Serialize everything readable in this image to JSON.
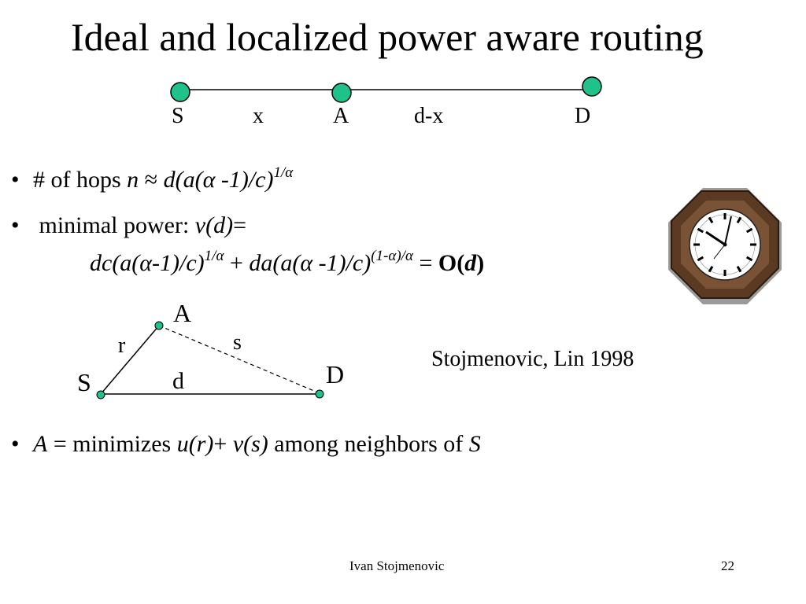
{
  "slide": {
    "title": "Ideal and localized power aware routing",
    "line_diagram": {
      "labels": [
        "S",
        "x",
        "A",
        "d-x",
        "D"
      ]
    },
    "bullets": [
      {
        "lead": "# of hops",
        "formula_italic": "n",
        "approx": "≈",
        "rest_italic": "d(a(α -1)/c)",
        "sup": "1/α"
      },
      {
        "lead": "minimal power:",
        "expr_italic": "v(d)",
        "eq": "="
      },
      {
        "t1": "dc(a(α-1)/c)",
        "s1": "1/α",
        "plus": "+",
        "t2": "da(a(α -1)/c)",
        "s2": "(1-α)/α",
        "eq": "=",
        "big_o": "O(",
        "big_o_var": "d",
        "close": ")"
      },
      {
        "var_a": "A",
        "eq": "=",
        "txt1": "minimizes",
        "f1": "u(r)",
        "plus": "+",
        "f2": "v(s)",
        "txt2": "among neighbors of",
        "var_s": "S"
      }
    ],
    "triangle": {
      "labels": [
        "A",
        "r",
        "s",
        "S",
        "d",
        "D"
      ]
    },
    "citation": "Stojmenovic, Lin 1998",
    "clock_icon": "wall-clock-icon",
    "footer": {
      "author": "Ivan Stojmenovic",
      "page": "22"
    }
  }
}
